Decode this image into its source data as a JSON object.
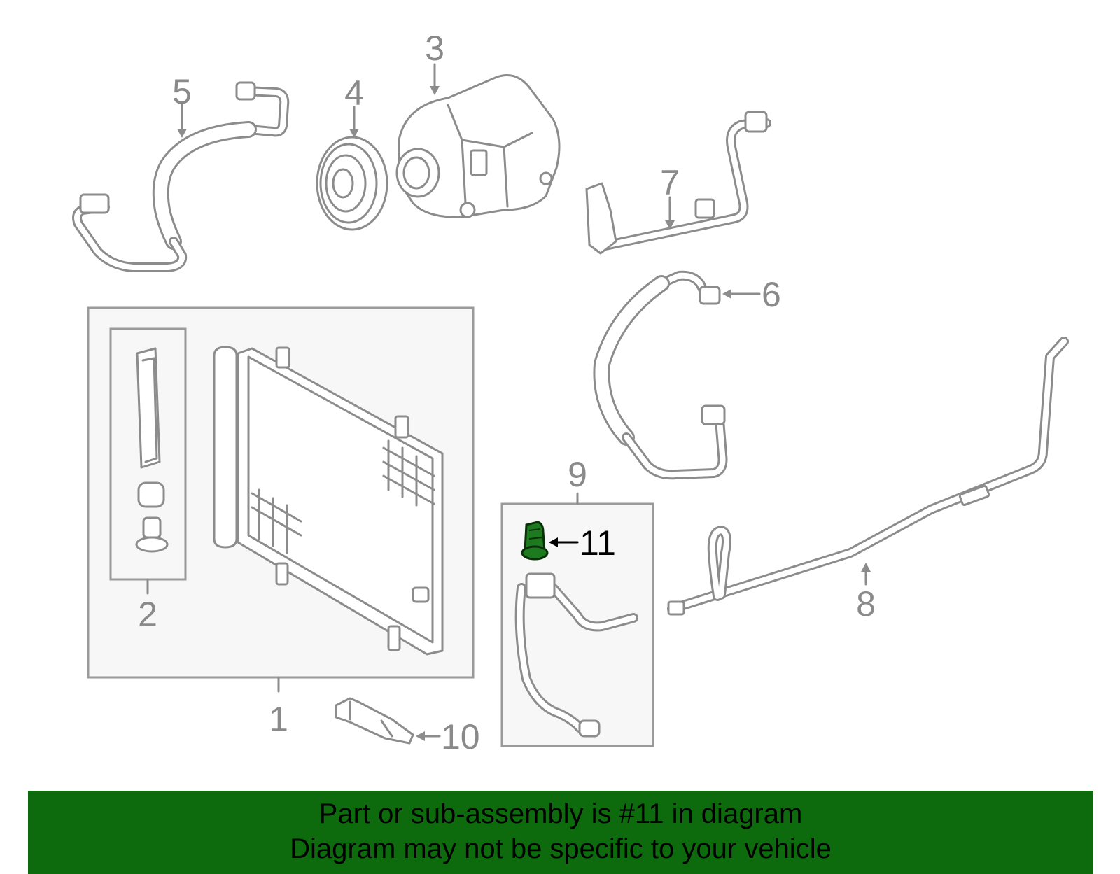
{
  "callouts": {
    "c1": "1",
    "c2": "2",
    "c3": "3",
    "c4": "4",
    "c5": "5",
    "c6": "6",
    "c7": "7",
    "c8": "8",
    "c9": "9",
    "c10": "10",
    "c11": "11"
  },
  "highlighted_part": "11",
  "banner": {
    "line1": "Part or sub-assembly is #11 in diagram",
    "line2": "Diagram may not be specific to your vehicle"
  },
  "colors": {
    "banner_bg": "#0d6b0d",
    "highlight_part": "#1e7a1e",
    "line_art": "#8c8c8c"
  }
}
